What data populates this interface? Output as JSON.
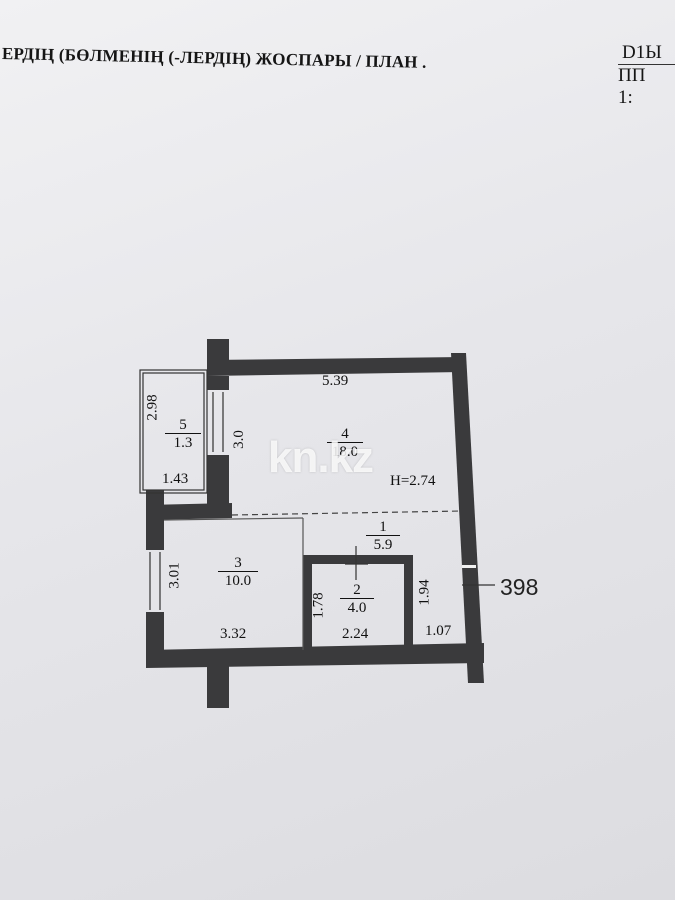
{
  "header": {
    "title": "ЕРДІҢ (БӨЛМЕНІҢ (-ЛЕРДІҢ) ЖОСПАРЫ / ПЛАН .",
    "corner_line1": "D1Ы",
    "corner_line2": "ПП 1:"
  },
  "rooms": [
    {
      "id": "5",
      "area": "1.3",
      "dims": [
        "2.98",
        "1.43"
      ]
    },
    {
      "id": "4",
      "area": "18.0",
      "dims": [
        "5.39"
      ]
    },
    {
      "id": "1",
      "area": "5.9",
      "dims": [
        "1.94",
        "1.07"
      ]
    },
    {
      "id": "3",
      "area": "10.0",
      "dims": [
        "3.01",
        "3.32"
      ]
    },
    {
      "id": "2",
      "area": "4.0",
      "dims": [
        "1.78",
        "2.24"
      ]
    }
  ],
  "extra_labels": {
    "room4_side": "3.0",
    "height_note": "Н=2.74"
  },
  "marker": "398",
  "watermark": "kn.kz"
}
